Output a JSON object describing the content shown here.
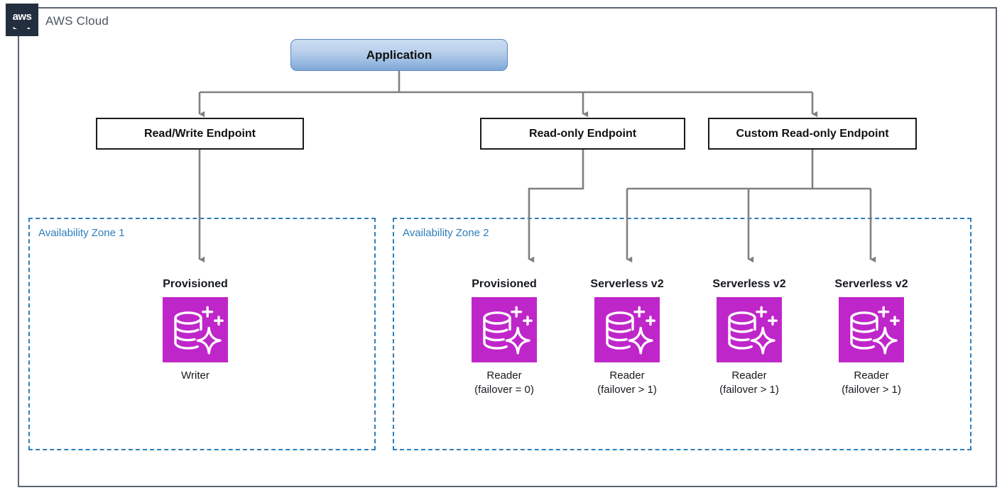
{
  "cloud": {
    "badge_icon": "aws-logo-icon",
    "badge_text": "aws",
    "title": "AWS Cloud"
  },
  "application": {
    "label": "Application"
  },
  "endpoints": [
    {
      "id": "read-write",
      "label": "Read/Write Endpoint"
    },
    {
      "id": "read-only",
      "label": "Read-only Endpoint"
    },
    {
      "id": "custom-read-only",
      "label": "Custom Read-only Endpoint"
    }
  ],
  "zones": [
    {
      "id": "az1",
      "label": "Availability Zone 1"
    },
    {
      "id": "az2",
      "label": "Availability Zone 2"
    }
  ],
  "instances": [
    {
      "id": "writer",
      "zone": "az1",
      "capacity_type": "Provisioned",
      "role": "Writer",
      "icon": "aurora-database-icon"
    },
    {
      "id": "reader-1",
      "zone": "az2",
      "capacity_type": "Provisioned",
      "role": "Reader\n(failover = 0)",
      "icon": "aurora-database-icon"
    },
    {
      "id": "reader-2",
      "zone": "az2",
      "capacity_type": "Serverless v2",
      "role": "Reader\n(failover > 1)",
      "icon": "aurora-database-icon"
    },
    {
      "id": "reader-3",
      "zone": "az2",
      "capacity_type": "Serverless v2",
      "role": "Reader\n(failover > 1)",
      "icon": "aurora-database-icon"
    },
    {
      "id": "reader-4",
      "zone": "az2",
      "capacity_type": "Serverless v2",
      "role": "Reader\n(failover > 1)",
      "icon": "aurora-database-icon"
    }
  ],
  "colors": {
    "aws_navy": "#232f3e",
    "zone_blue": "#2e7ebb",
    "db_magenta": "#bf26c9",
    "connector_gray": "#808080",
    "frame_gray": "#5a6570",
    "app_blue_border": "#5b88c4"
  }
}
